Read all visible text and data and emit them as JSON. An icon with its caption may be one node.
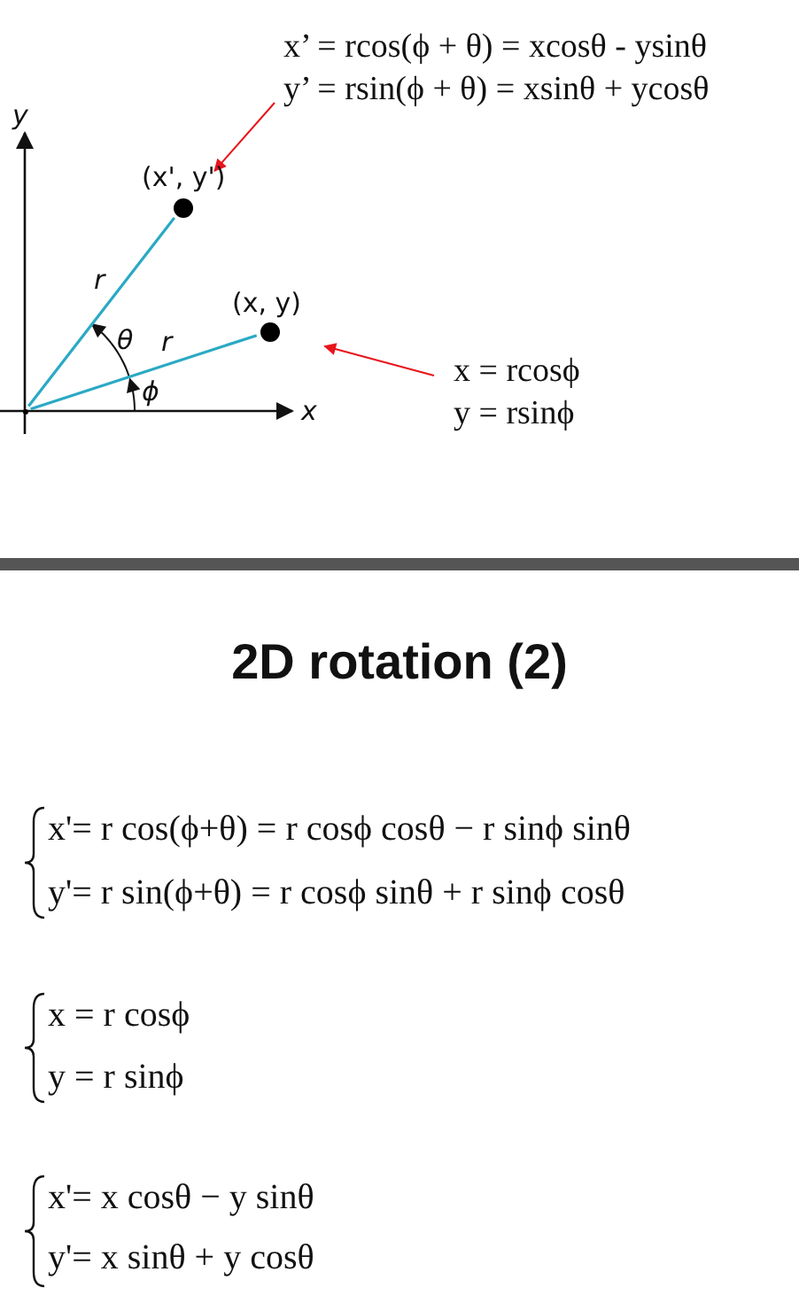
{
  "diagram": {
    "title": "2D rotation (2)",
    "nodes": [
      {
        "text": [
          "x’ = rcos(ϕ + θ) = xcosθ - ysinθ",
          "y’ = rsin(ϕ + θ) = xsinθ + ycosθ"
        ]
      },
      {
        "text": [],
        "shape": "circle",
        "beside": [
          "(x', y')"
        ]
      },
      {
        "text": [],
        "shape": "circle",
        "beside": [
          "(x, y)"
        ]
      },
      {
        "text": [
          "x = rcosϕ",
          "y = rsinϕ"
        ]
      },
      {
        "text": [],
        "shape": "point"
      }
    ],
    "edges": [
      {
        "from": 0,
        "to": 1,
        "arrow": "to",
        "color": "#e8141b"
      },
      {
        "from": 3,
        "to": 2,
        "arrow": "to",
        "color": "#e8141b"
      },
      {
        "from": 4,
        "to": 1,
        "arrow": "none",
        "color": "#2aa9c4"
      },
      {
        "from": 4,
        "to": 2,
        "arrow": "none",
        "color": "#2aa9c4"
      }
    ],
    "labels": [
      "y",
      "r",
      "θ",
      "r",
      "ϕ",
      "x",
      "x'= r cos(ϕ+θ) = r cosϕ cosθ − r sinϕ sinθ",
      "y'= r sin(ϕ+θ) = r cosϕ sinθ + r sinϕ cosθ",
      "x = r cosϕ",
      "y = r sinϕ",
      "x'= x cosθ − y sinθ",
      "y'= x sinθ + y cosθ"
    ]
  }
}
